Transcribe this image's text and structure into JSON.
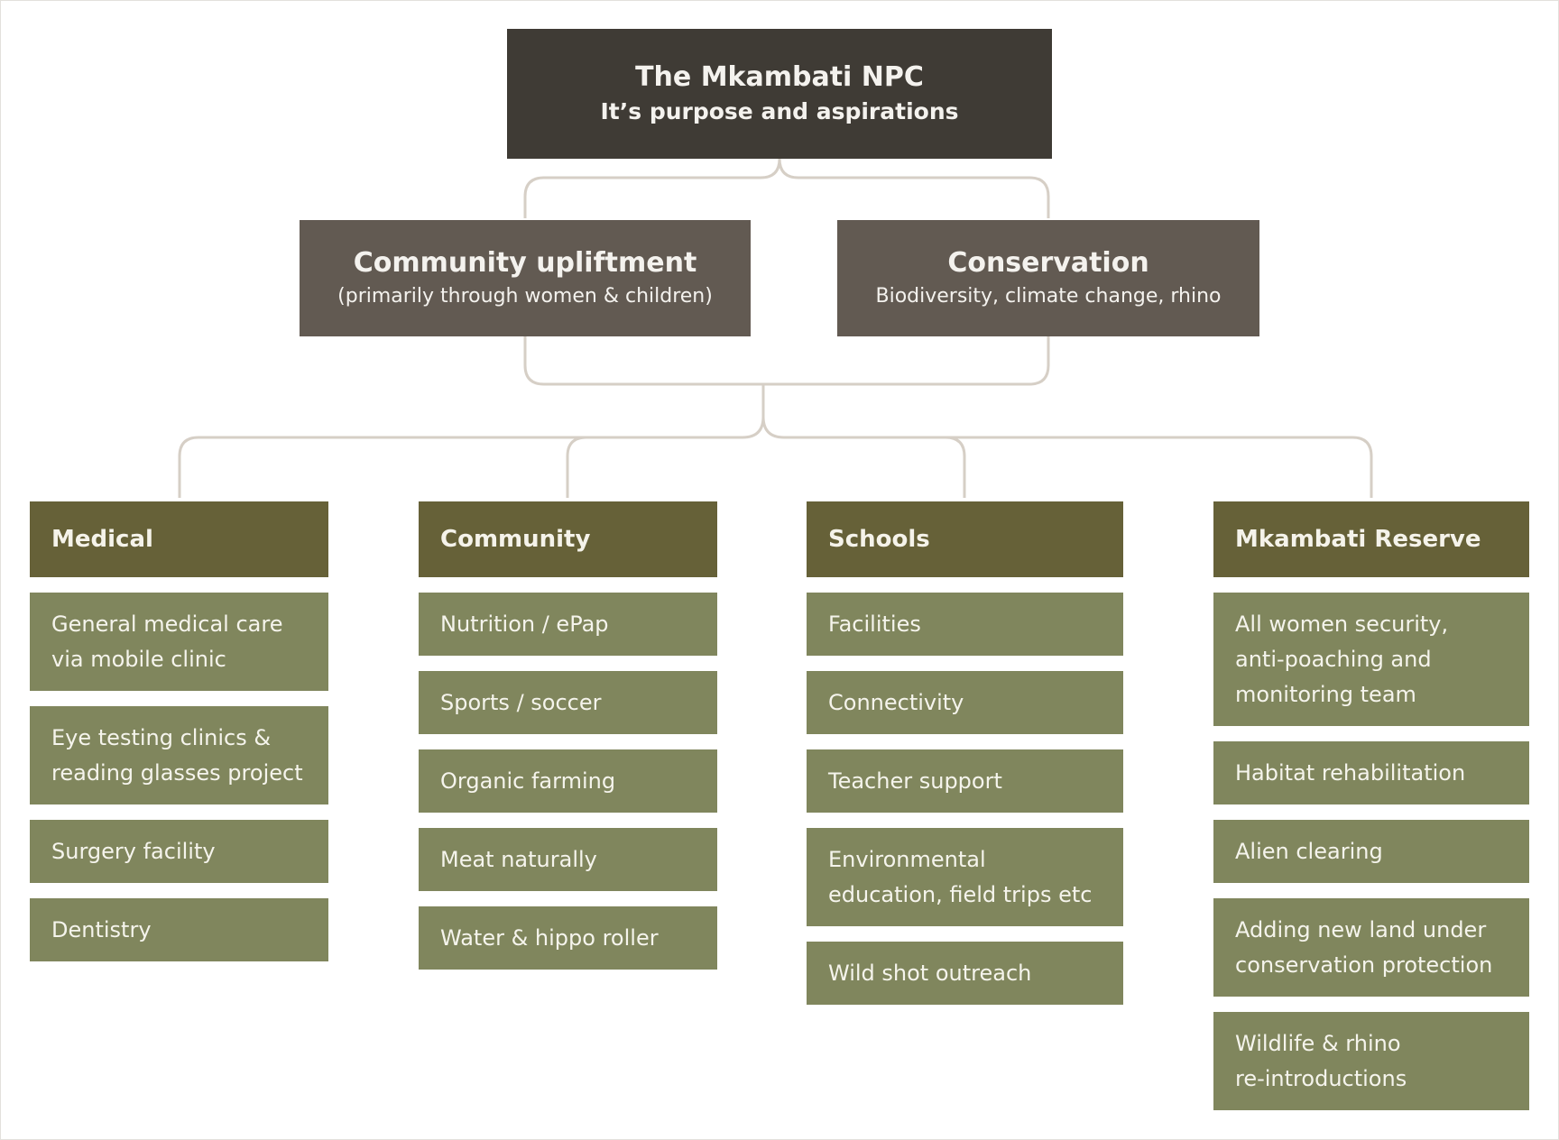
{
  "root": {
    "title": "The Mkambati NPC",
    "subtitle": "It’s purpose and aspirations"
  },
  "pillars": [
    {
      "title": "Community upliftment",
      "subtitle": "(primarily through women & children)"
    },
    {
      "title": "Conservation",
      "subtitle": "Biodiversity, climate change, rhino"
    }
  ],
  "columns": [
    {
      "heading": "Medical",
      "items": [
        [
          "General medical care",
          "via mobile clinic"
        ],
        [
          "Eye testing clinics &",
          "reading glasses project"
        ],
        [
          "Surgery facility"
        ],
        [
          "Dentistry"
        ]
      ]
    },
    {
      "heading": "Community",
      "items": [
        [
          "Nutrition / ePap"
        ],
        [
          "Sports / soccer"
        ],
        [
          "Organic farming"
        ],
        [
          "Meat naturally"
        ],
        [
          "Water & hippo roller"
        ]
      ]
    },
    {
      "heading": "Schools",
      "items": [
        [
          "Facilities"
        ],
        [
          "Connectivity"
        ],
        [
          "Teacher support"
        ],
        [
          "Environmental",
          "education, field trips etc"
        ],
        [
          "Wild shot outreach"
        ]
      ]
    },
    {
      "heading": "Mkambati Reserve",
      "items": [
        [
          "All women security,",
          "anti-poaching and",
          "monitoring team"
        ],
        [
          "Habitat rehabilitation"
        ],
        [
          "Alien clearing"
        ],
        [
          "Adding new land under",
          "conservation protection"
        ],
        [
          "Wildlife & rhino",
          "re-introductions"
        ]
      ]
    }
  ],
  "colors": {
    "root": "#3f3b35",
    "pillar": "#625a52",
    "column_heading": "#666138",
    "item": "#80865d",
    "connector": "#d6cfc6"
  }
}
